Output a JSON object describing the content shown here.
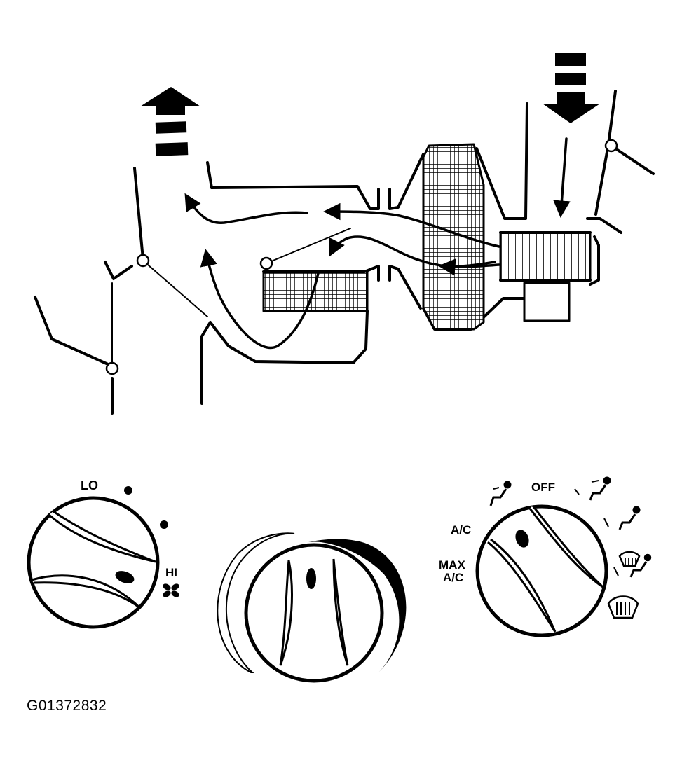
{
  "diagram": {
    "fan_dial": {
      "lo_label": "LO",
      "hi_label": "HI",
      "fan_icon": "fan-icon"
    },
    "temp_dial": {},
    "mode_dial": {
      "off_label": "OFF",
      "ac_label": "A/C",
      "max_label_line1": "MAX",
      "max_label_line2": "A/C",
      "icons": [
        "vent-icon",
        "bi-level-icon",
        "floor-icon",
        "floor-defrost-icon",
        "defrost-icon"
      ]
    },
    "figure_id": "G01372832"
  }
}
